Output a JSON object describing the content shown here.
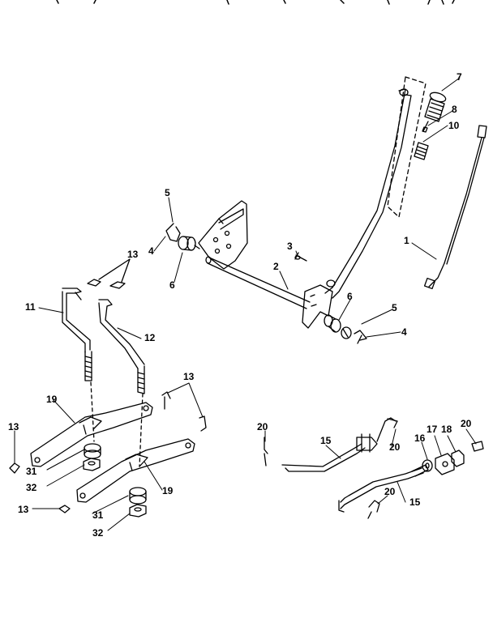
{
  "diagram": {
    "callouts": {
      "l1": "1",
      "l2": "2",
      "l3": "3",
      "l4a": "4",
      "l4b": "4",
      "l5a": "5",
      "l5b": "5",
      "l6a": "6",
      "l6b": "6",
      "l7": "7",
      "l8": "8",
      "l10": "10",
      "l11": "11",
      "l12": "12",
      "l13a": "13",
      "l13b": "13",
      "l13c": "13",
      "l13d": "13",
      "l15a": "15",
      "l15b": "15",
      "l16": "16",
      "l17": "17",
      "l18": "18",
      "l19a": "19",
      "l19b": "19",
      "l20a": "20",
      "l20b": "20",
      "l20c": "20",
      "l20d": "20",
      "l31a": "31",
      "l31b": "31",
      "l32a": "32",
      "l32b": "32"
    },
    "colors": {
      "line": "#000000",
      "background": "#ffffff"
    }
  }
}
